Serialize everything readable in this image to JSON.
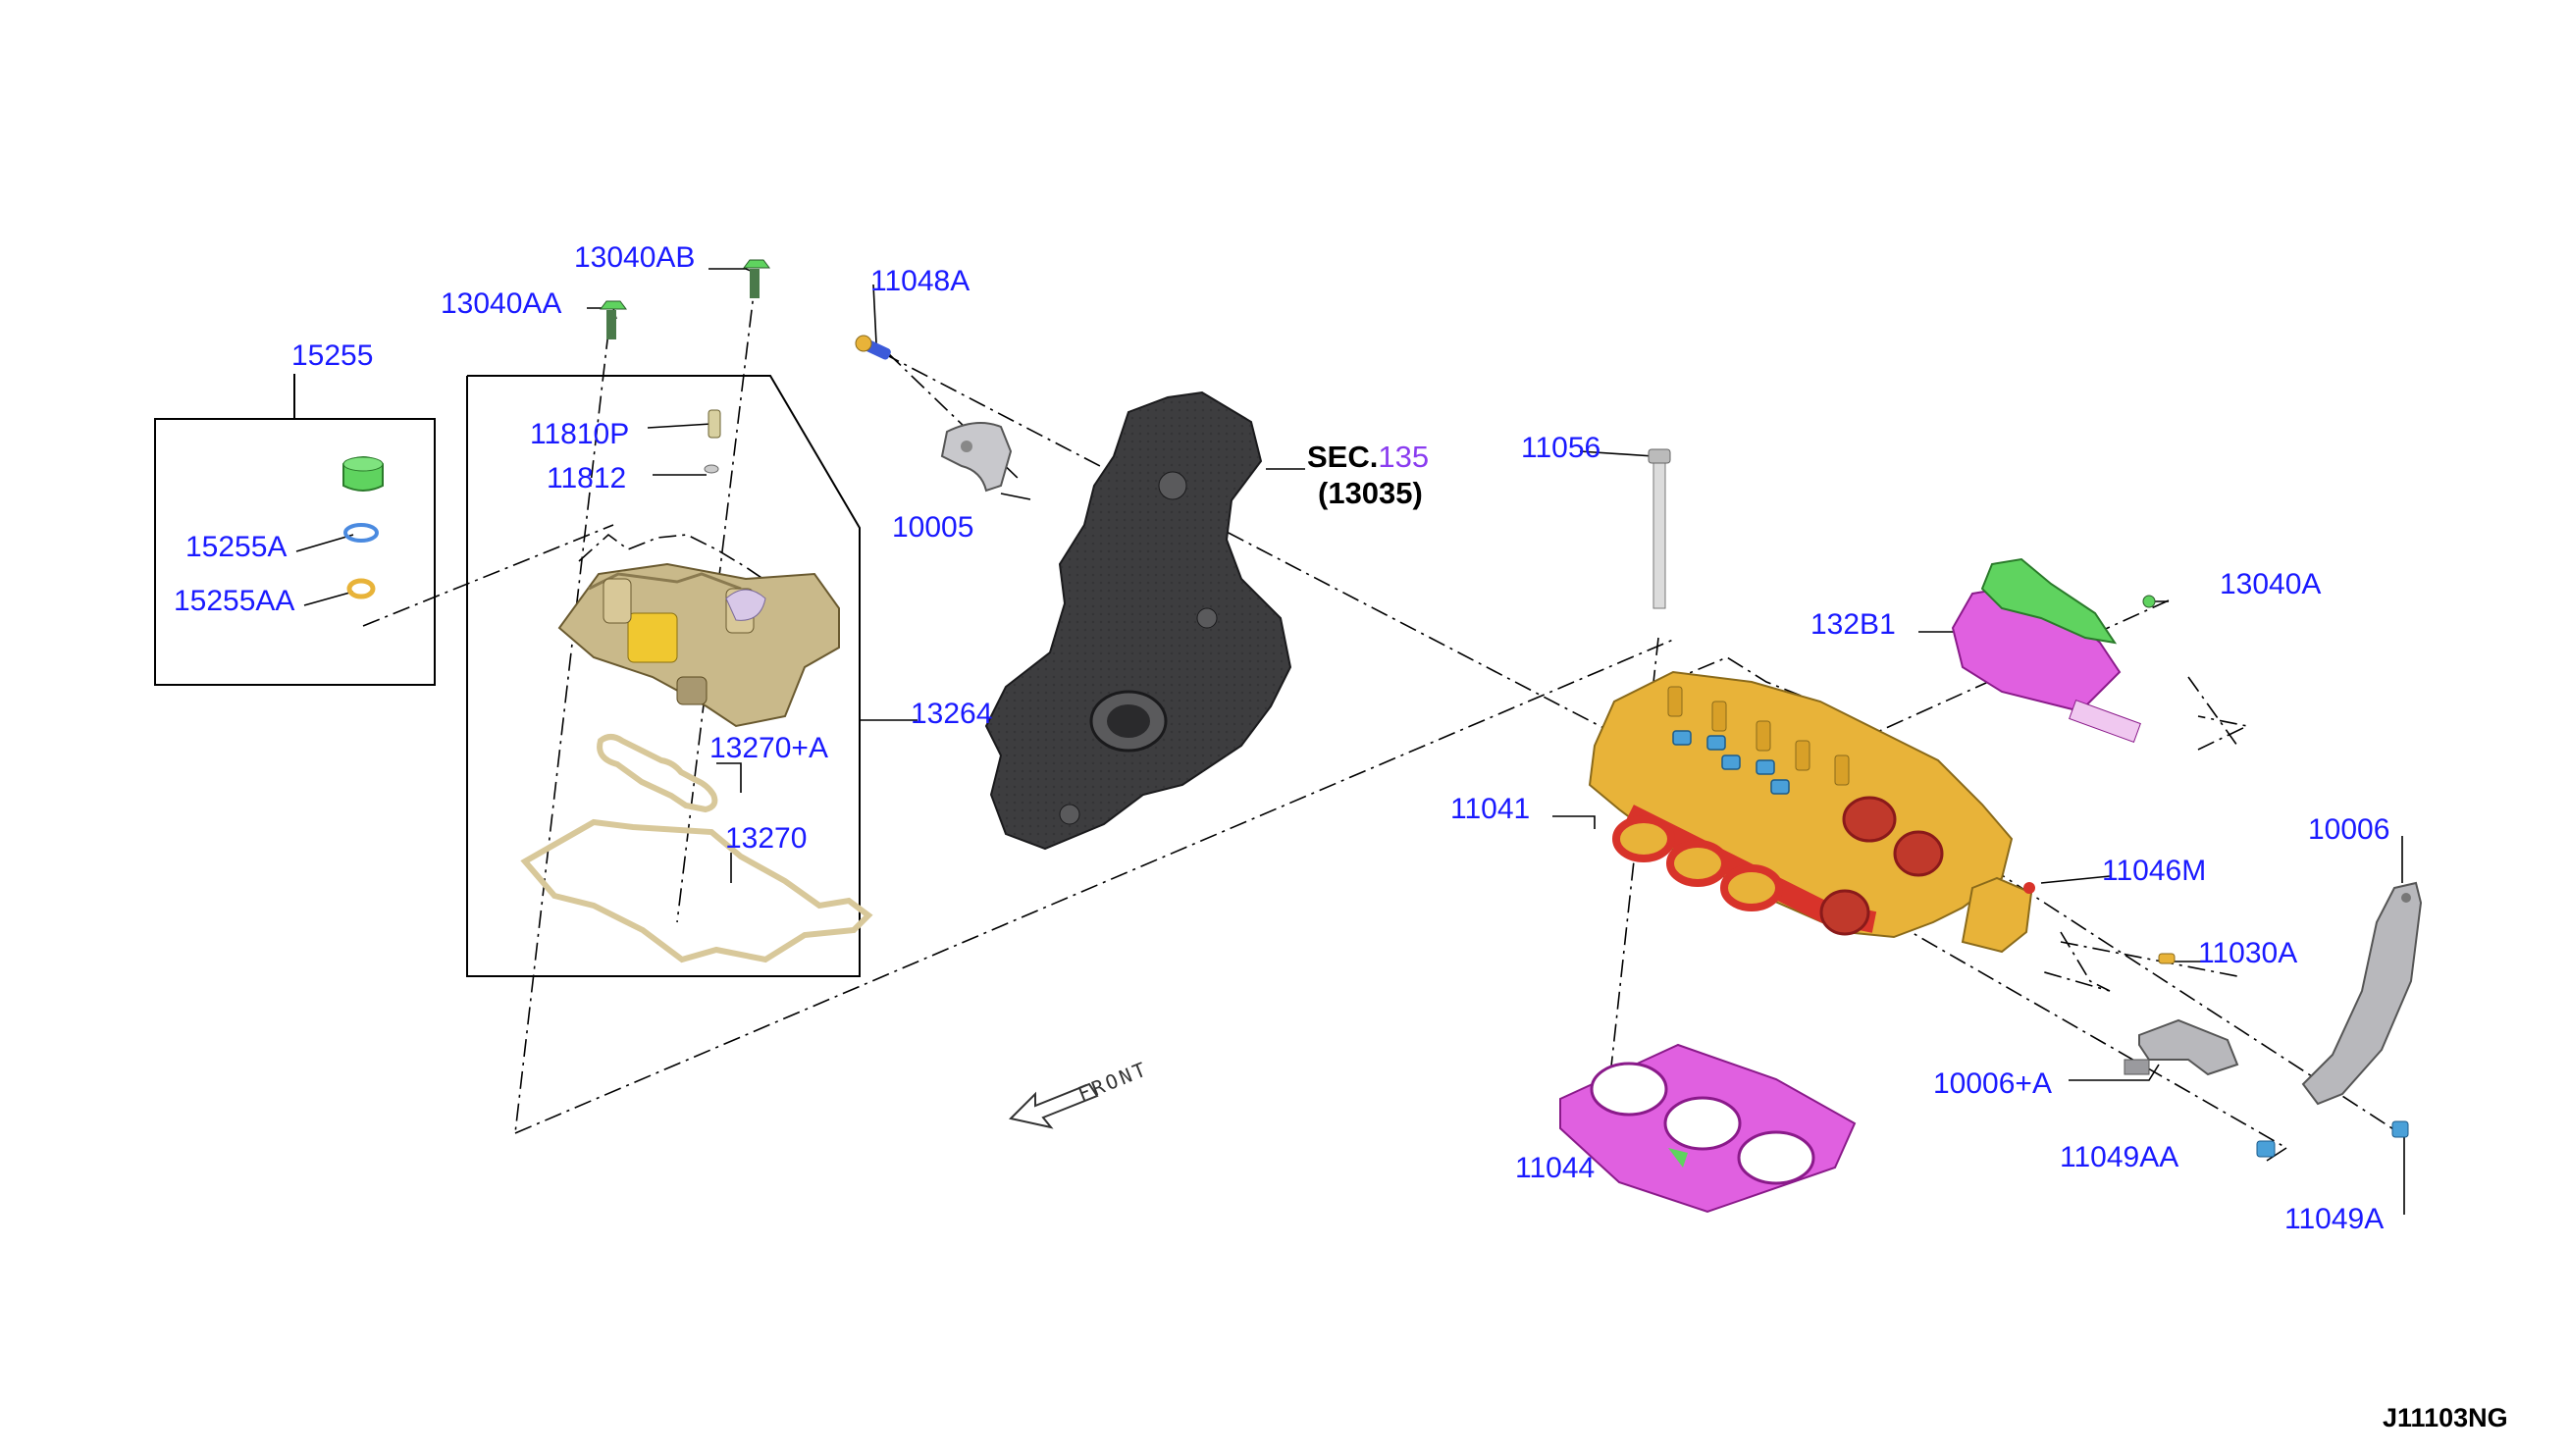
{
  "diagram": {
    "code": "J11103NG",
    "front_label": "FRONT",
    "section_ref": {
      "prefix": "SEC.",
      "number": "135",
      "sub": "(13035)"
    },
    "labels": {
      "p13040AB": "13040AB",
      "p13040AA": "13040AA",
      "p11048A": "11048A",
      "p15255": "15255",
      "p11810P": "11810P",
      "p11812": "11812",
      "p15255A": "15255A",
      "p15255AA": "15255AA",
      "p10005": "10005",
      "p13264": "13264",
      "p13270A": "13270+A",
      "p13270": "13270",
      "p11056": "11056",
      "p13040A": "13040A",
      "p132B1": "132B1",
      "p11041": "11041",
      "p10006": "10006",
      "p11046M": "11046M",
      "p11030A": "11030A",
      "p10006A": "10006+A",
      "p11044": "11044",
      "p11049AA": "11049AA",
      "p11049A": "11049A"
    },
    "colors": {
      "label_text": "#1a1aff",
      "section_number": "#8a3cf0",
      "head_gold": "#e8b339",
      "head_red": "#d8332a",
      "gasket_magenta": "#e060e0",
      "cover_green": "#5fd35f",
      "cover_dark": "#3d3d3f",
      "housing_tan": "#c9b98a",
      "bracket_gray": "#b8b8bc"
    }
  }
}
